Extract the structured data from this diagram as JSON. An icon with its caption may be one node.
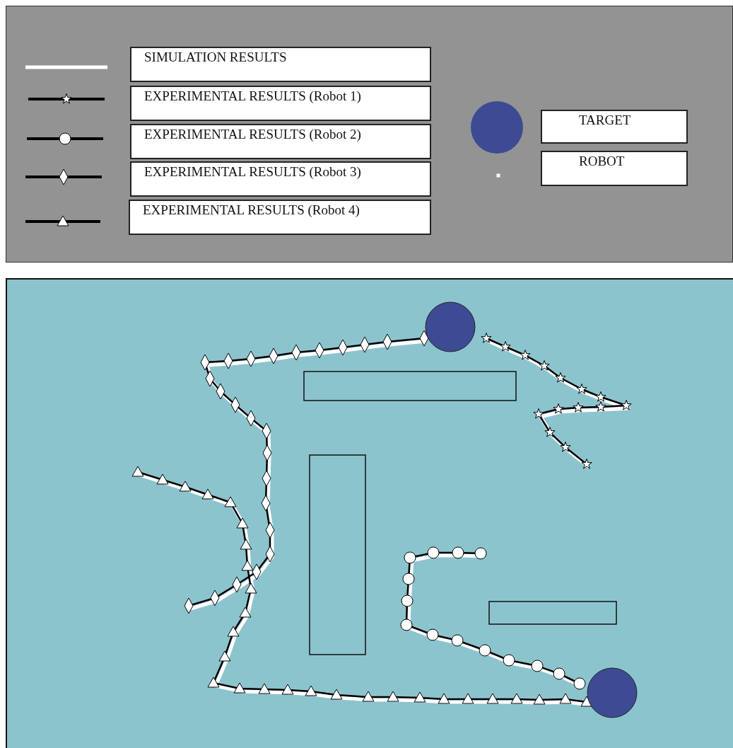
{
  "diagram": {
    "legend": [
      {
        "text": "SIMULATION RESULTS"
      },
      {
        "text": "EXPERIMENTAL RESULTS (Robot 1)"
      },
      {
        "text": "EXPERIMENTAL RESULTS (Robot 2)"
      },
      {
        "text": "EXPERIMENTAL RESULTS (Robot 3)"
      },
      {
        "text": "EXPERIMENTAL RESULTS (Robot 4)"
      },
      {
        "text": "TARGET"
      },
      {
        "text": "ROBOT"
      }
    ]
  }
}
